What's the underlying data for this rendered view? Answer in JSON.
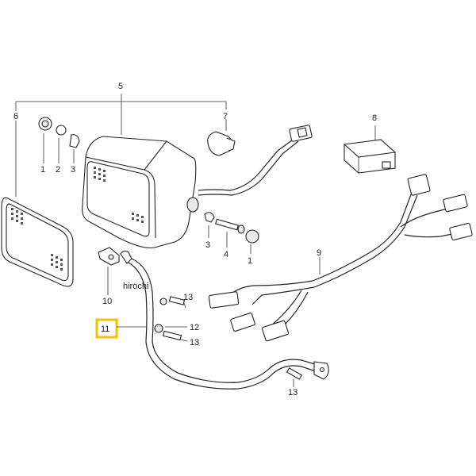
{
  "watermark": "hirochi",
  "highlight_color": "#f2c200",
  "callouts": [
    {
      "id": "c5",
      "text": "5"
    },
    {
      "id": "c6",
      "text": "6"
    },
    {
      "id": "c7",
      "text": "7"
    },
    {
      "id": "c8",
      "text": "8"
    },
    {
      "id": "c9",
      "text": "9"
    },
    {
      "id": "c1a",
      "text": "1"
    },
    {
      "id": "c2",
      "text": "2"
    },
    {
      "id": "c3a",
      "text": "3"
    },
    {
      "id": "c3b",
      "text": "3"
    },
    {
      "id": "c4",
      "text": "4"
    },
    {
      "id": "c1b",
      "text": "1"
    },
    {
      "id": "c10",
      "text": "10"
    },
    {
      "id": "c11",
      "text": "11"
    },
    {
      "id": "c12",
      "text": "12"
    },
    {
      "id": "c13a",
      "text": "13"
    },
    {
      "id": "c13b",
      "text": "13"
    },
    {
      "id": "c13c",
      "text": "13"
    }
  ]
}
